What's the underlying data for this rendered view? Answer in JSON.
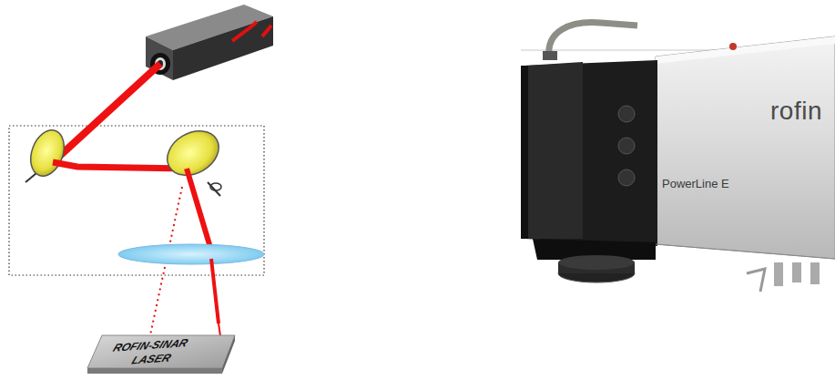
{
  "diagram": {
    "labels": [
      "ROFIN-SINAR",
      "LASER",
      "rofin",
      "PowerLine E"
    ]
  }
}
